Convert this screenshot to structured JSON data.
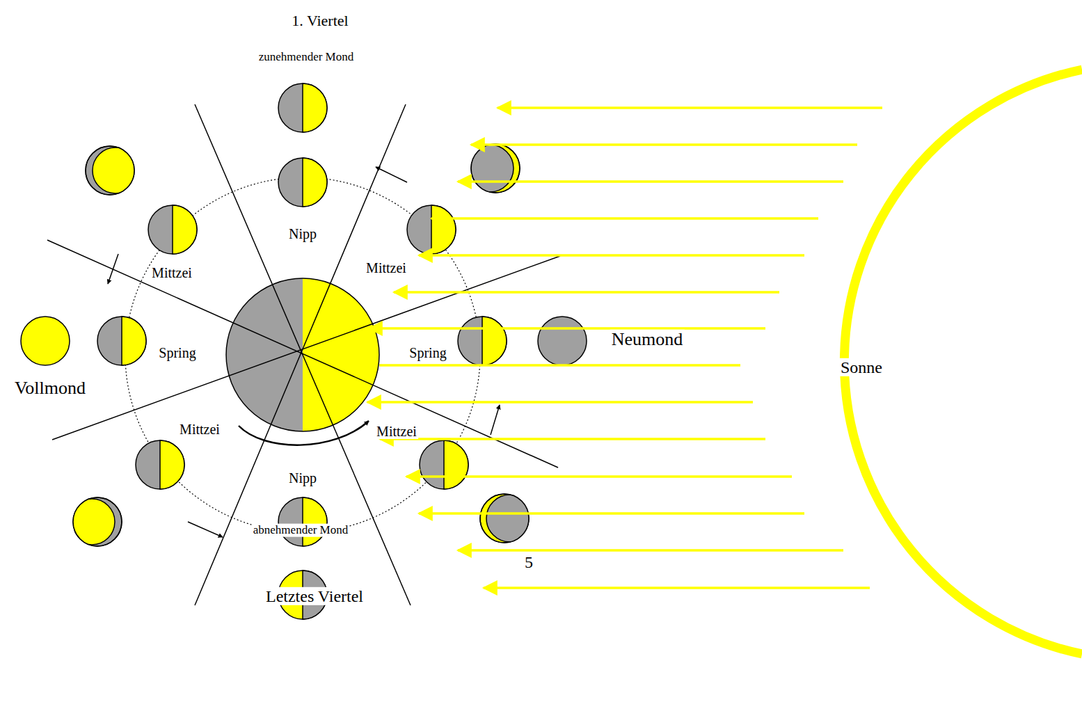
{
  "diagram": {
    "labels": [
      "1. Viertel",
      "zunehmender Mond",
      "Nipp",
      "Mittzei",
      "Mittzei",
      "Spring",
      "Spring",
      "Neumond",
      "Vollmond",
      "Sonne",
      "Mittzei",
      "Mittzei",
      "Nipp",
      "abnehmender Mond",
      "5",
      "Letztes Viertel"
    ]
  }
}
